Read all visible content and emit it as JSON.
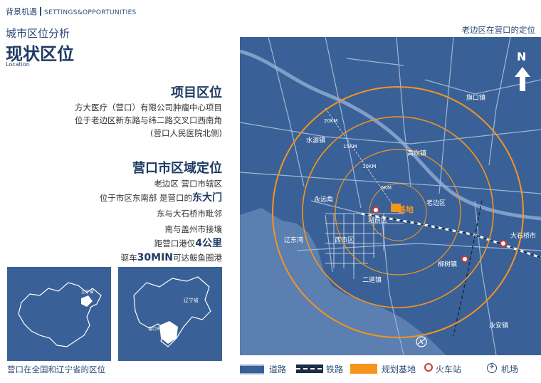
{
  "header": {
    "section_cn": "背景机遇",
    "section_en": "SETTINGS&OPPORTUNITIES"
  },
  "page": {
    "subtitle": "城市区位分析",
    "title": "现状区位",
    "title_en": "Location"
  },
  "project": {
    "heading": "项目区位",
    "lines": [
      "方大医疗（营口）有限公司肿瘤中心项目",
      "位于老边区新东路与纬二路交叉口西南角",
      "(营口人民医院北侧)"
    ]
  },
  "city": {
    "heading": "营口市区域定位",
    "line1": "老边区 营口市辖区",
    "line2_prefix": "位于市区东南部 是营口的",
    "line2_emph": "东大门",
    "line3": "东与大石桥市毗邻",
    "line4": "南与盖州市接壤",
    "line5_prefix": "距营口港仅",
    "line5_emph": "4公里",
    "line6_prefix": "驱车",
    "line6_emph": "30MIN",
    "line6_suffix": "可达鲅鱼圈港"
  },
  "inset_caption": "营口在全国和辽宁省的区位",
  "inset_province_label": "辽宁省",
  "inset_city_label": "营口市",
  "map": {
    "caption": "老边区在营口的定位",
    "north": "N",
    "places": {
      "qikou": "旗口镇",
      "shuiyuan": "水源镇",
      "gaokan": "高坎镇",
      "laobian": "老边区",
      "yongyuan": "永远角",
      "zhanqian": "站前区",
      "base": "基地",
      "dashiqiao": "大石桥市",
      "liaodongwan": "辽东湾",
      "xishi": "西市区",
      "liushu": "柳树镇",
      "erdao": "二道镇",
      "yongan": "永安镇"
    },
    "rings": {
      "r20": "20KM",
      "r15": "15KM",
      "r10": "10KM",
      "r5": "5KM"
    }
  },
  "legend": {
    "road": "道路",
    "rail": "铁路",
    "plan": "规划基地",
    "station": "火车站",
    "airport": "机场"
  },
  "colors": {
    "accent": "#f7941d",
    "map_bg": "#3a6197",
    "sea": "#5b7fb1",
    "title": "#1f3a63"
  }
}
